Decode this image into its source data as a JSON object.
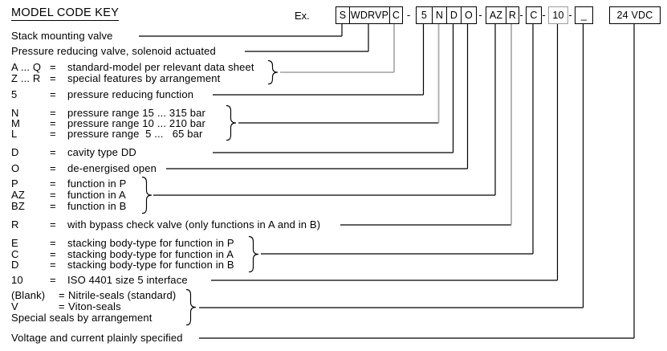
{
  "title": "MODEL CODE KEY",
  "example_label": "Ex.",
  "code_strip": {
    "segments": [
      {
        "cells": [
          "S",
          "WDRVP",
          "C"
        ]
      },
      {
        "dash": "-"
      },
      {
        "cells": [
          "5",
          "N",
          "D",
          "O"
        ]
      },
      {
        "dash": "-"
      },
      {
        "cells": [
          "AZ",
          "R"
        ]
      },
      {
        "dash": "-"
      },
      {
        "cells": [
          "C"
        ]
      },
      {
        "dash": "-"
      },
      {
        "cells": [
          "10"
        ]
      },
      {
        "dash": "-"
      },
      {
        "cells": [
          "_"
        ]
      },
      {
        "cells": [
          "24 VDC"
        ]
      }
    ]
  },
  "rows": [
    {
      "text": "Stack mounting valve"
    },
    {
      "text": "Pressure reducing valve, solenoid actuated"
    },
    {
      "label": "A ... Q",
      "eq": "=",
      "desc": "standard-model per relevant data sheet"
    },
    {
      "label": "Z ... R",
      "eq": "=",
      "desc": "special features by arrangement"
    },
    {
      "label": "5",
      "eq": "=",
      "desc": "pressure reducing function"
    },
    {
      "label": "N",
      "eq": "=",
      "desc": "pressure range 15 ... 315 bar"
    },
    {
      "label": "M",
      "eq": "=",
      "desc": "pressure range 10 ... 210 bar"
    },
    {
      "label": "L",
      "eq": "=",
      "desc": "pressure range  5 ...   65 bar"
    },
    {
      "label": "D",
      "eq": "=",
      "desc": "cavity type DD"
    },
    {
      "label": "O",
      "eq": "=",
      "desc": "de-energised open"
    },
    {
      "label": "P",
      "eq": "=",
      "desc": "function in P"
    },
    {
      "label": "AZ",
      "eq": "=",
      "desc": "function in A"
    },
    {
      "label": "BZ",
      "eq": "=",
      "desc": "function in B"
    },
    {
      "label": "R",
      "eq": "=",
      "desc": "with bypass check valve (only functions in A and in B)"
    },
    {
      "label": "E",
      "eq": "=",
      "desc": "stacking body-type for function in P"
    },
    {
      "label": "C",
      "eq": "=",
      "desc": "stacking body-type for function in A"
    },
    {
      "label": "D",
      "eq": "=",
      "desc": "stacking body-type for function in B"
    },
    {
      "label": "10",
      "eq": "=",
      "desc": "ISO 4401 size 5 interface"
    },
    {
      "label": "(Blank)",
      "eq": "=",
      "desc": "Nitrile-seals (standard)"
    },
    {
      "label": "V",
      "eq": "=",
      "desc": "Viton-seals"
    },
    {
      "text": "Special seals by arrangement"
    },
    {
      "text": "Voltage and current plainly specified"
    }
  ],
  "colors": {
    "line": "#000000",
    "grey_line": "#adadad",
    "grey_box_border": "#9c9c9c",
    "text": "#000000",
    "background": "#ffffff"
  }
}
